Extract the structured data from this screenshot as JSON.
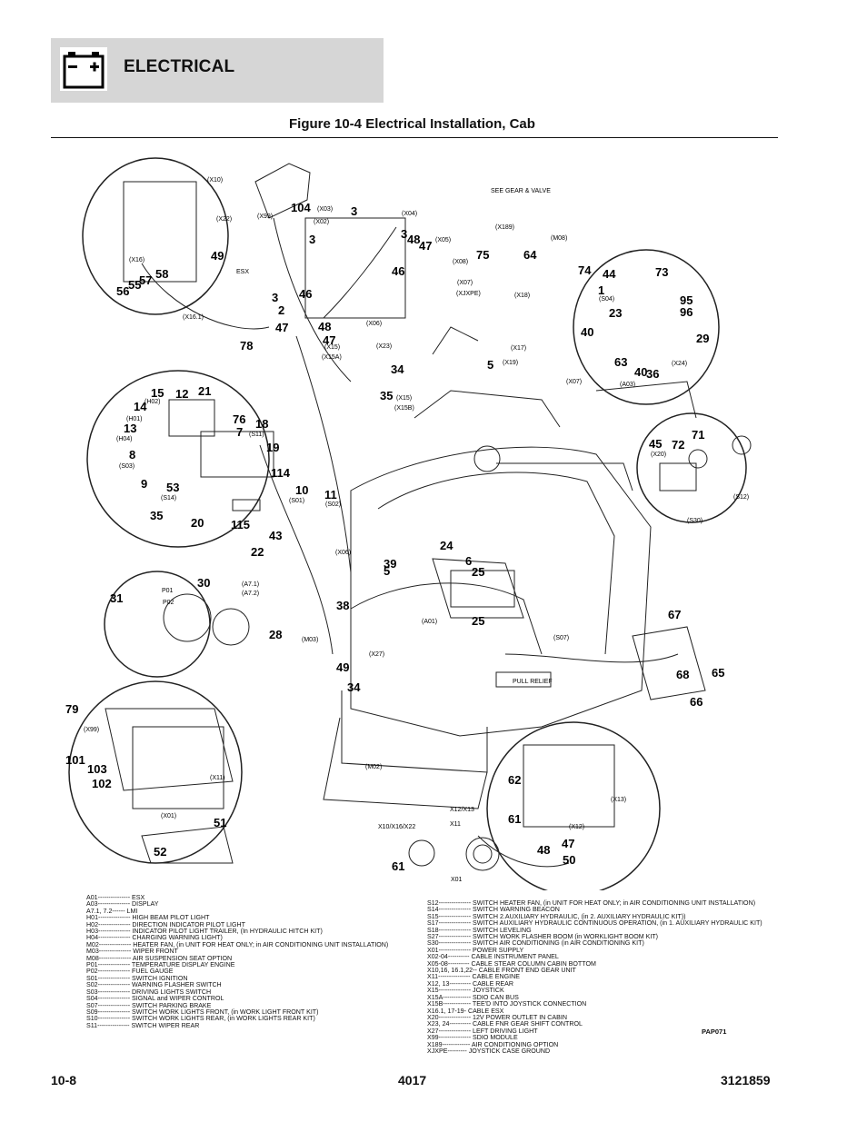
{
  "header": {
    "section_title": "ELECTRICAL",
    "icon": "battery-icon"
  },
  "figure": {
    "title": "Figure 10-4 Electrical Installation, Cab",
    "code": "PAP071"
  },
  "diagram": {
    "callouts": [
      "104",
      "3",
      "3",
      "3",
      "49",
      "58",
      "56",
      "55",
      "57",
      "78",
      "46",
      "2",
      "47",
      "48",
      "47",
      "3",
      "48",
      "47",
      "46",
      "75",
      "64",
      "5",
      "34",
      "35",
      "74",
      "44",
      "73",
      "1",
      "23",
      "95",
      "96",
      "40",
      "63",
      "40",
      "36",
      "29",
      "15",
      "12",
      "21",
      "14",
      "13",
      "8",
      "9",
      "76",
      "7",
      "18",
      "19",
      "114",
      "53",
      "35",
      "20",
      "115",
      "10",
      "11",
      "43",
      "22",
      "39",
      "5",
      "24",
      "6",
      "25",
      "25",
      "45",
      "72",
      "71",
      "30",
      "31",
      "28",
      "38",
      "49",
      "34",
      "67",
      "68",
      "65",
      "66",
      "79",
      "101",
      "103",
      "102",
      "51",
      "52",
      "62",
      "61",
      "48",
      "47",
      "50",
      "61"
    ],
    "small_labels": [
      "(X10)",
      "(X22)",
      "(X16)",
      "(X16.1)",
      "ESX",
      "(X99)",
      "(X03)",
      "(X02)",
      "(X04)",
      "(X05)",
      "(X08)",
      "(X189)",
      "(M08)",
      "(X07)",
      "(XJXPE)",
      "(X18)",
      "(X06)",
      "(X15)",
      "(X15A)",
      "(X23)",
      "(X17)",
      "(X19)",
      "(X15)",
      "(X15B)",
      "(S04)",
      "(X24)",
      "(A03)",
      "(X07)",
      "(H02)",
      "(H01)",
      "(H04)",
      "(S03)",
      "(S11)",
      "(S14)",
      "(S01)",
      "(S02)",
      "(X06)",
      "(X20)",
      "(S12)",
      "(S30)",
      "P01",
      "P02",
      "(A7.1)",
      "(A7.2)",
      "(M03)",
      "(A01)",
      "(X27)",
      "(S07)",
      "(X99)",
      "(X11)",
      "(X01)",
      "(M02)",
      "(X13)",
      "(X12)",
      "X12/X13",
      "X11",
      "X10/X16/X22",
      "X01",
      "SEE GEAR & VALVE",
      "PULL RELIEF"
    ]
  },
  "legend_left": [
    "A01--------------- ESX",
    "A03--------------- DISPLAY",
    "A7.1, 7.2------ LMI",
    "H01--------------- HIGH BEAM PILOT LIGHT",
    "H02--------------- DIRECTION INDICATOR PILOT LIGHT",
    "H03--------------- INDICATOR PILOT LIGHT TRAILER, (In HYDRAULIC HITCH KIT)",
    "H04--------------- CHARGING WARNING LIGHT)",
    "M02--------------- HEATER FAN, (in UNIT FOR HEAT ONLY; in AIR CONDITIONING UNIT INSTALLATION)",
    "M03--------------- WIPER FRONT",
    "M08--------------- AIR SUSPENSION SEAT OPTION",
    "P01--------------- TEMPERATURE DISPLAY ENGINE",
    "P02--------------- FUEL GAUGE",
    "S01--------------- SWITCH IGNITION",
    "S02--------------- WARNING FLASHER SWITCH",
    "S03--------------- DRIVING LIGHTS SWITCH",
    "S04--------------- SIGNAL and WIPER CONTROL",
    "S07--------------- SWITCH PARKING BRAKE",
    "S09--------------- SWITCH WORK LIGHTS FRONT, (in WORK LIGHT FRONT KIT)",
    "S10--------------- SWITCH WORK LIGHTS REAR, (in WORK LIGHTS REAR KIT)",
    "S11--------------- SWITCH WIPER REAR"
  ],
  "legend_right": [
    "S12--------------- SWITCH HEATER FAN, (in UNIT FOR HEAT ONLY; in AIR CONDITIONING UNIT INSTALLATION)",
    "S14--------------- SWITCH WARNING BEACON",
    "S15--------------- SWITCH 2.AUXILIARY HYDRAULIC, (in 2. AUXILIARY HYDRAULIC KIT))",
    "S17--------------- SWITCH AUXILIARY HYDRAULIC CONTINUOUS OPERATION, (in 1. AUXILIARY HYDRAULIC KIT)",
    "S18--------------- SWITCH LEVELING",
    "S27--------------- SWITCH WORK FLASHER BOOM (in WORKLIGHT BOOM KIT)",
    "S30--------------- SWITCH AIR CONDITIONING (in AIR CONDITIONING KIT)",
    "X01--------------- POWER SUPPLY",
    "X02-04---------- CABLE INSTRUMENT PANEL",
    "X05-08---------- CABLE STEAR COLUMN CABIN BOTTOM",
    "X10,16, 16.1,22-- CABLE FRONT END GEAR UNIT",
    "X11--------------- CABLE ENGINE",
    "X12, 13---------- CABLE REAR",
    "X15--------------- JOYSTICK",
    "X15A------------- SDIO CAN BUS",
    "X15B------------- TEE'D INTO JOYSTICK CONNECTION",
    "X16.1, 17-19- CABLE ESX",
    "X20--------------- 12V POWER OUTLET IN CABIN",
    "X23, 24---------- CABLE FNR GEAR SHIFT CONTROL",
    "X27--------------- LEFT DRIVING LIGHT",
    "X99--------------- SDIO MODULE",
    "X189------------- AIR CONDITIONING OPTION",
    "XJXPE--------- JOYSTICK CASE GROUND"
  ],
  "footer": {
    "page": "10-8",
    "model": "4017",
    "part_number": "3121859"
  }
}
